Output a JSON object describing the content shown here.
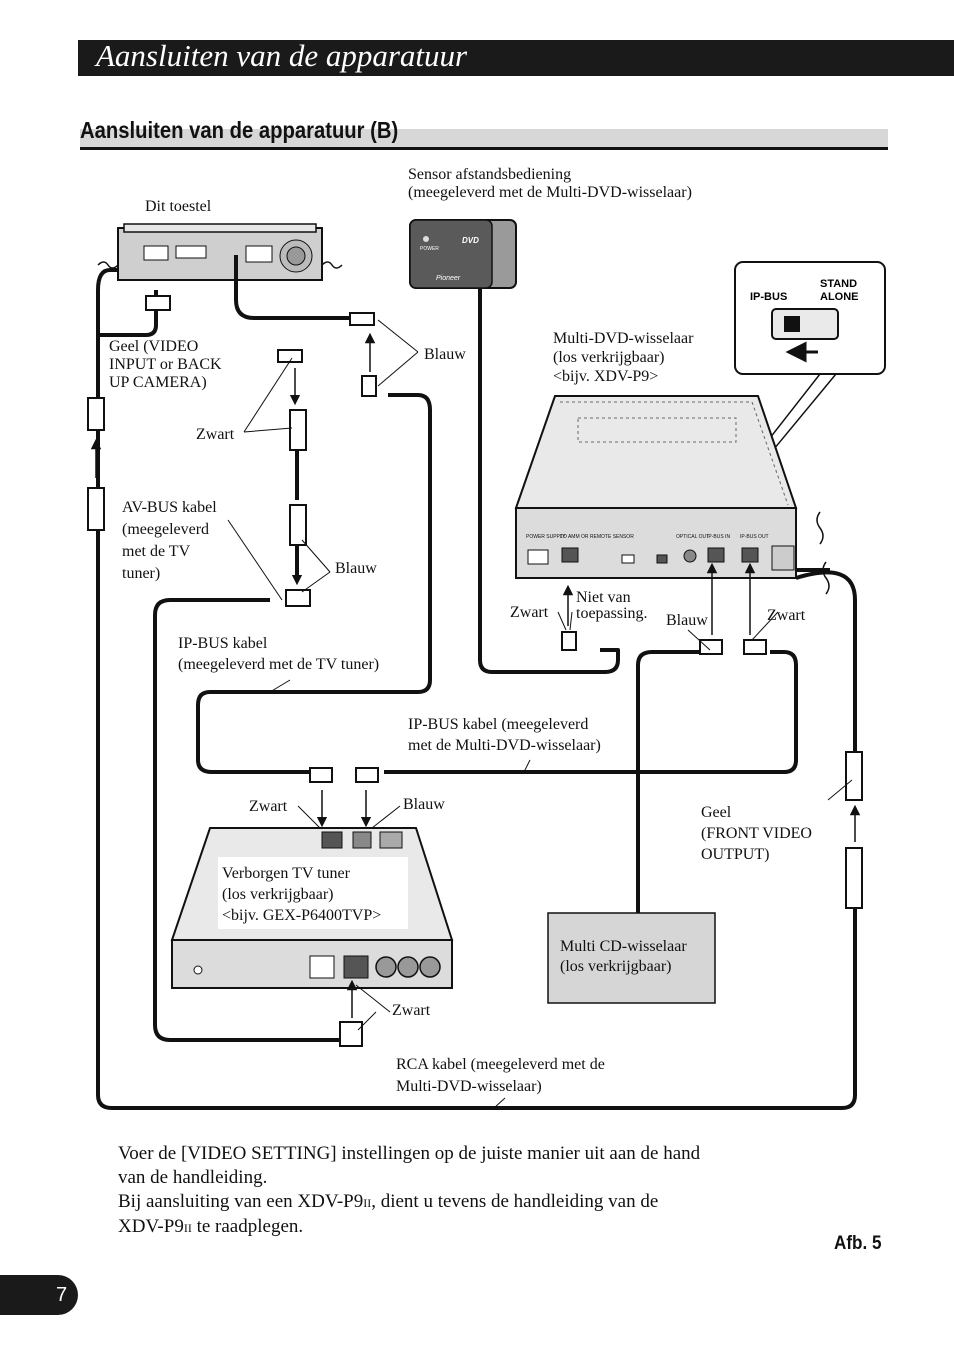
{
  "header": {
    "chapter_title": "Aansluiten van de apparatuur"
  },
  "section": {
    "title": "Aansluiten van de apparatuur (B)"
  },
  "labels": {
    "dit_toestel": "Dit toestel",
    "sensor": [
      "Sensor afstandsbediening",
      "(meegeleverd met de Multi-DVD-wisselaar)"
    ],
    "geel_video_input": [
      "Geel (VIDEO",
      "INPUT or BACK",
      "UP CAMERA)"
    ],
    "blauw_1": "Blauw",
    "zwart_1": "Zwart",
    "av_bus": [
      "AV-BUS kabel",
      "(meegeleverd",
      "met de TV",
      "tuner)"
    ],
    "blauw_2": "Blauw",
    "ip_bus_tv": [
      "IP-BUS kabel",
      "(meegeleverd met de TV tuner)"
    ],
    "multi_dvd": [
      "Multi-DVD-wisselaar",
      "(los verkrijgbaar)",
      "<bijv. XDV-P9>"
    ],
    "zwart_2": "Zwart",
    "niet_van": [
      "Niet van",
      "toepassing."
    ],
    "blauw_3": "Blauw",
    "zwart_3": "Zwart",
    "ip_bus_dvd": [
      "IP-BUS kabel (meegeleverd",
      "met de Multi-DVD-wisselaar)"
    ],
    "zwart_4": "Zwart",
    "blauw_4": "Blauw",
    "tv_tuner": [
      "Verborgen TV tuner",
      "(los verkrijgbaar)",
      "<bijv. GEX-P6400TVP>"
    ],
    "geel_front": [
      "Geel",
      "(FRONT VIDEO",
      "OUTPUT)"
    ],
    "multi_cd": [
      "Multi CD-wisselaar",
      "(los verkrijgbaar)"
    ],
    "zwart_5": "Zwart",
    "rca": [
      "RCA kabel (meegeleverd met de",
      "Multi-DVD-wisselaar)"
    ],
    "switch_ipbus": "IP-BUS",
    "switch_stand": "STAND",
    "switch_alone": "ALONE",
    "sensor_power": "POWER",
    "sensor_dvd": "DVD",
    "sensor_brand": "Pioneer",
    "panel_power": "POWER SUPPLY",
    "panel_remote": "TO AMM OR REMOTE SENSOR",
    "panel_optical": "OPTICAL OUT",
    "panel_ipin": "IP-BUS IN",
    "panel_ipout": "IP-BUS OUT"
  },
  "body": {
    "line1": "Voer de [VIDEO SETTING] instellingen op de juiste manier uit aan de hand",
    "line2": "van de handleiding.",
    "line3a": "Bij aansluiting van een XDV-P9",
    "line3sc": "II",
    "line3b": ", dient u tevens de handleiding van de",
    "line4a": "XDV-P9",
    "line4sc": "II",
    "line4b": " te raadplegen."
  },
  "figure_label": "Afb. 5",
  "page_number": "7"
}
